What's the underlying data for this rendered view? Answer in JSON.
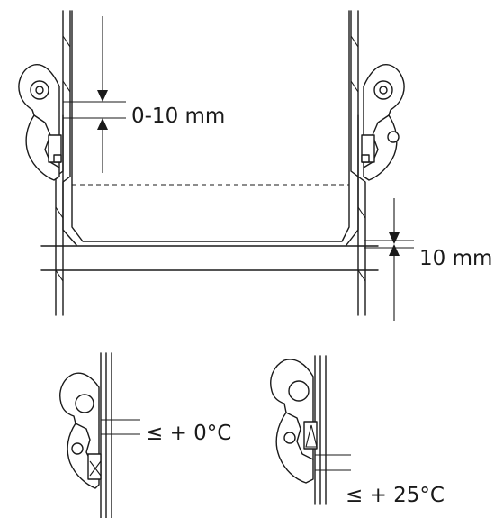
{
  "labels": {
    "gap_top": "0-10 mm",
    "gap_side": "10 mm",
    "temp_low": "≤ + 0°C",
    "temp_high": "≤ + 25°C"
  },
  "colors": {
    "line": "#1a1a1a",
    "background": "#ffffff"
  }
}
